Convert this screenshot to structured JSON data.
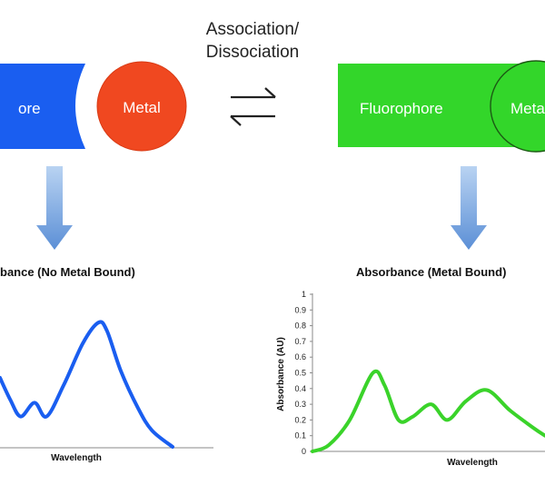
{
  "title": {
    "line1": "Association/",
    "line2": "Dissociation"
  },
  "left": {
    "fluorophore_label": "ore",
    "metal_label": "Metal",
    "plot_title": "bance (No Metal Bound)",
    "xlabel": "Wavelength"
  },
  "right": {
    "fluorophore_label": "Fluorophore",
    "metal_label": "Meta",
    "plot_title": "Absorbance (Metal Bound)",
    "xlabel": "Wavelength",
    "ylabel": "Absorbance (AU)",
    "yticks": [
      "0",
      "0.1",
      "0.2",
      "0.3",
      "0.4",
      "0.5",
      "0.6",
      "0.7",
      "0.8",
      "0.9",
      "1"
    ]
  },
  "colors": {
    "blue_box": "#1a5ef0",
    "metal_red": "#f04820",
    "green_box": "#33d62a",
    "blue_line": "#1a5ef0",
    "green_line": "#3ad32a",
    "arrow": "#7aa9e0"
  },
  "chart_data": [
    {
      "type": "line",
      "title": "bance (No Metal Bound)",
      "xlabel": "Wavelength",
      "ylabel": "",
      "series": [
        {
          "x": [
            0,
            0.06,
            0.12,
            0.2,
            0.27,
            0.37,
            0.48,
            0.57,
            0.62,
            0.7,
            0.8,
            0.88,
            1.0
          ],
          "y": [
            0.5,
            0.34,
            0.22,
            0.32,
            0.22,
            0.45,
            0.75,
            0.9,
            0.84,
            0.55,
            0.28,
            0.12,
            0.0
          ]
        }
      ]
    },
    {
      "type": "line",
      "title": "Absorbance (Metal Bound)",
      "xlabel": "Wavelength",
      "ylabel": "Absorbance (AU)",
      "ylim": [
        0,
        1
      ],
      "series": [
        {
          "x": [
            0,
            0.07,
            0.16,
            0.26,
            0.31,
            0.37,
            0.43,
            0.51,
            0.58,
            0.66,
            0.75,
            0.85,
            0.95,
            1.0
          ],
          "y": [
            0.0,
            0.04,
            0.2,
            0.5,
            0.42,
            0.2,
            0.22,
            0.3,
            0.2,
            0.32,
            0.39,
            0.26,
            0.15,
            0.1
          ]
        }
      ]
    }
  ]
}
